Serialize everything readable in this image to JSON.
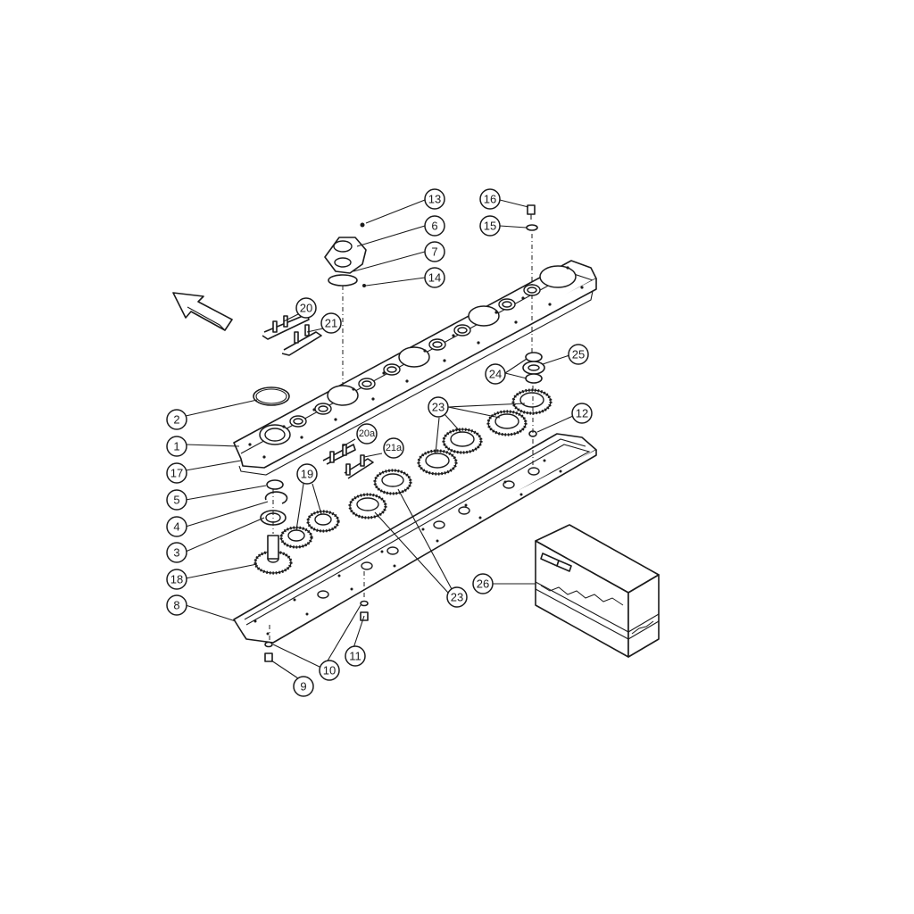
{
  "diagram": {
    "callouts": [
      "13",
      "6",
      "7",
      "14",
      "16",
      "15",
      "20",
      "21",
      "2",
      "1",
      "17",
      "20a",
      "21a",
      "24",
      "25",
      "23",
      "12",
      "19",
      "5",
      "4",
      "3",
      "18",
      "8",
      "23",
      "26",
      "10",
      "11",
      "9"
    ]
  }
}
